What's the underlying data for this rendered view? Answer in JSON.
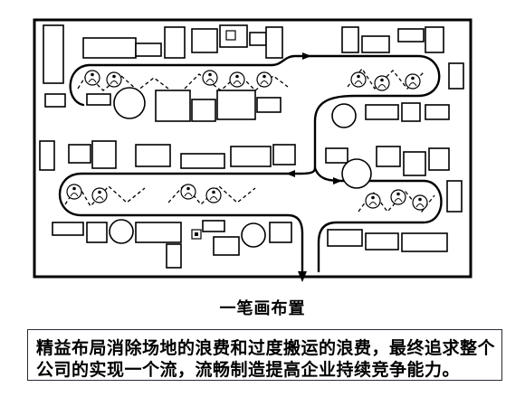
{
  "diagram": {
    "title": "一笔画布置"
  },
  "caption": {
    "lines": [
      "精益布局消除场地的浪费和过度搬运的浪费，最终追求整个",
      "公司的实现一个流，流畅制造提高企业持续竞争能力。"
    ]
  },
  "colors": {
    "ink": "#000000",
    "background": "#ffffff",
    "caption_border": "#2a2a3a"
  },
  "icons": [
    "operator-icon",
    "flow-arrow"
  ]
}
